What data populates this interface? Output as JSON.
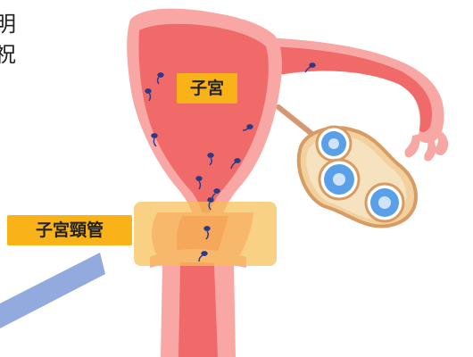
{
  "labels": {
    "uterus": "子宮",
    "cervix": "子宮頸管"
  },
  "side_text": [
    "明",
    "祝"
  ],
  "colors": {
    "uterus_outer": "#f8a7a4",
    "uterus_inner": "#f06a6a",
    "ovary_fill": "#f7e2bf",
    "ovary_border": "#d89b62",
    "follicle": "#5aa0e8",
    "cervix_highlight": "#f7bf54",
    "label_bg": "#f9b319",
    "sperm": "#2b3a86",
    "arrow": "#93aadf"
  },
  "icons": [
    "sperm-icon",
    "follicle-icon"
  ]
}
